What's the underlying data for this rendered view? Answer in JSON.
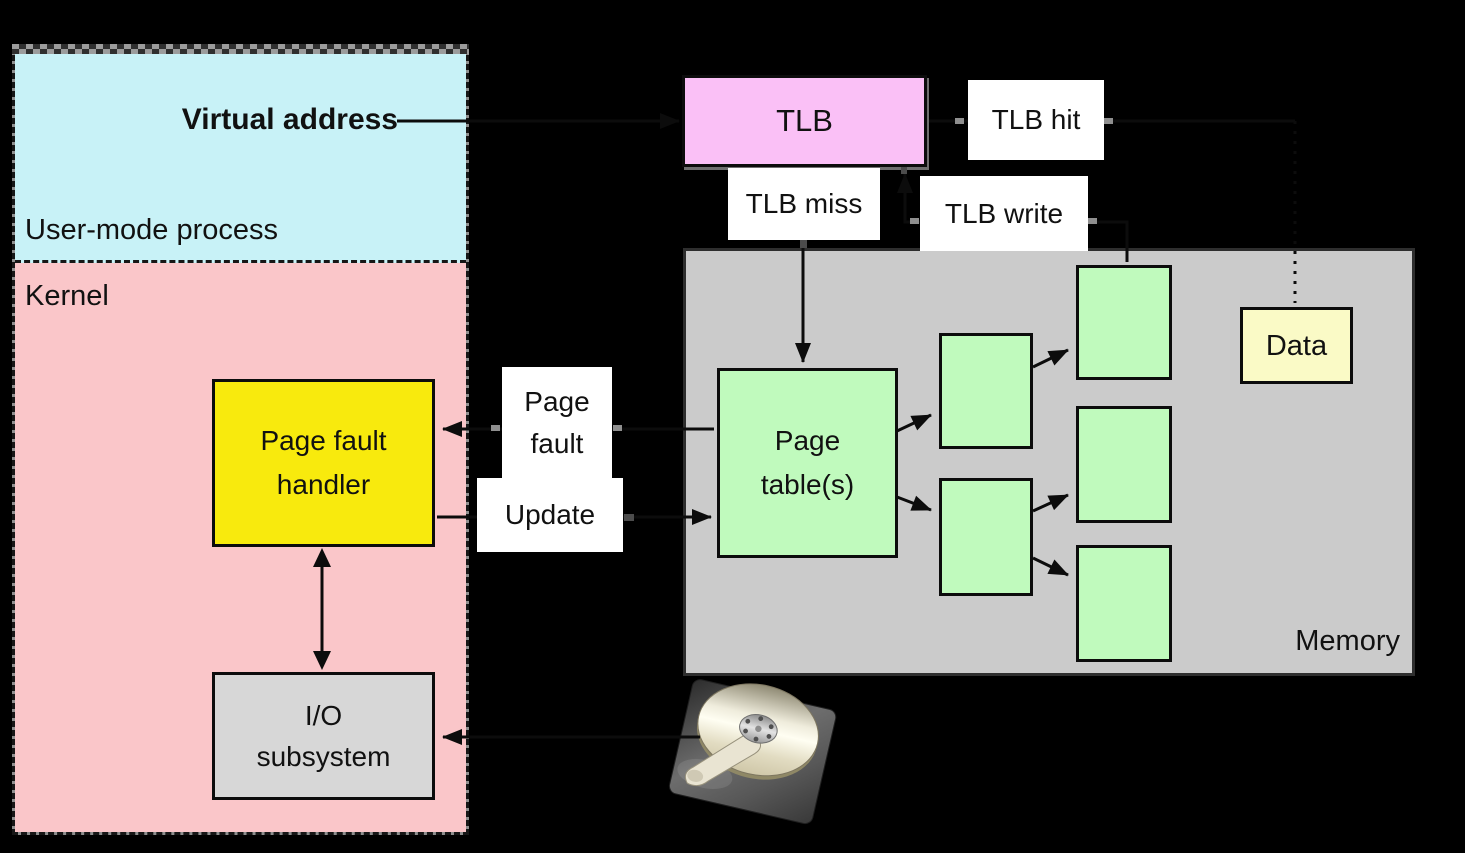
{
  "colors": {
    "bg": "#000000",
    "cyan": "#c8f2f7",
    "panel-pink": "#fac6c9",
    "tlb-pink": "#fac0f6",
    "yellow": "#f8ea0d",
    "green": "#c0fabd",
    "mem-gray": "#cbcbcb",
    "io-gray": "#d7d7d7",
    "data-yellow": "#fafac6",
    "line": "#0c0c0c",
    "label-bg": "#ffffff"
  },
  "left_panel": {
    "virtual_address": "Virtual address",
    "user_mode": "User-mode process",
    "kernel": "Kernel",
    "page_fault_handler_line1": "Page fault",
    "page_fault_handler_line2": "handler",
    "io_line1": "I/O",
    "io_line2": "subsystem"
  },
  "flow_labels": {
    "page_fault_line1": "Page",
    "page_fault_line2": "fault",
    "update": "Update",
    "tlb_miss": "TLB miss",
    "tlb_write": "TLB write",
    "tlb_hit": "TLB hit"
  },
  "tlb": {
    "label": "TLB"
  },
  "memory": {
    "label": "Memory",
    "page_tables_line1": "Page",
    "page_tables_line2": "table(s)",
    "data": "Data"
  },
  "icons": {
    "disk": "hard-disk-icon"
  }
}
